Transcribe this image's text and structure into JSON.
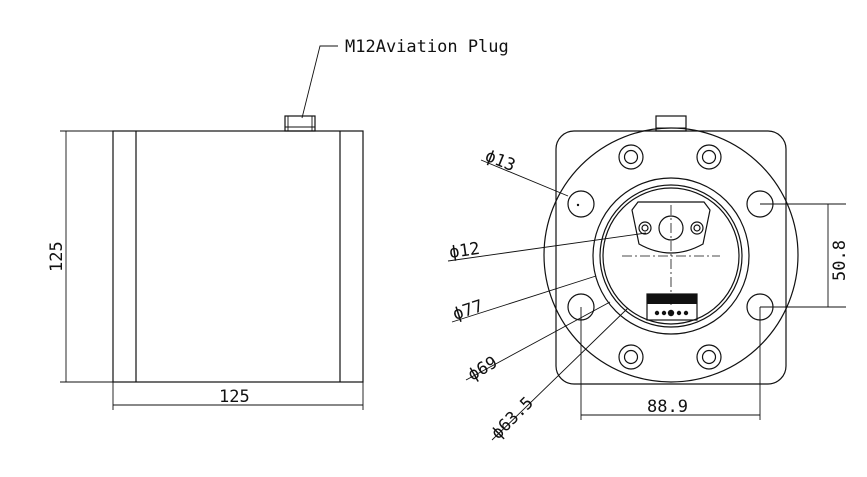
{
  "callout": {
    "plug_label": "M12Aviation Plug"
  },
  "side_view": {
    "height_dim": "125",
    "width_dim": "125"
  },
  "front_view": {
    "dia_mount_hole": "ϕ13",
    "dia_center_hole": "ϕ12",
    "dia_bore_outer": "ϕ77",
    "dia_bore_inner": "ϕ69",
    "dia_pitch_circle": "ϕ63.5",
    "vertical_spacing": "50.8",
    "horizontal_spacing": "88.9"
  }
}
